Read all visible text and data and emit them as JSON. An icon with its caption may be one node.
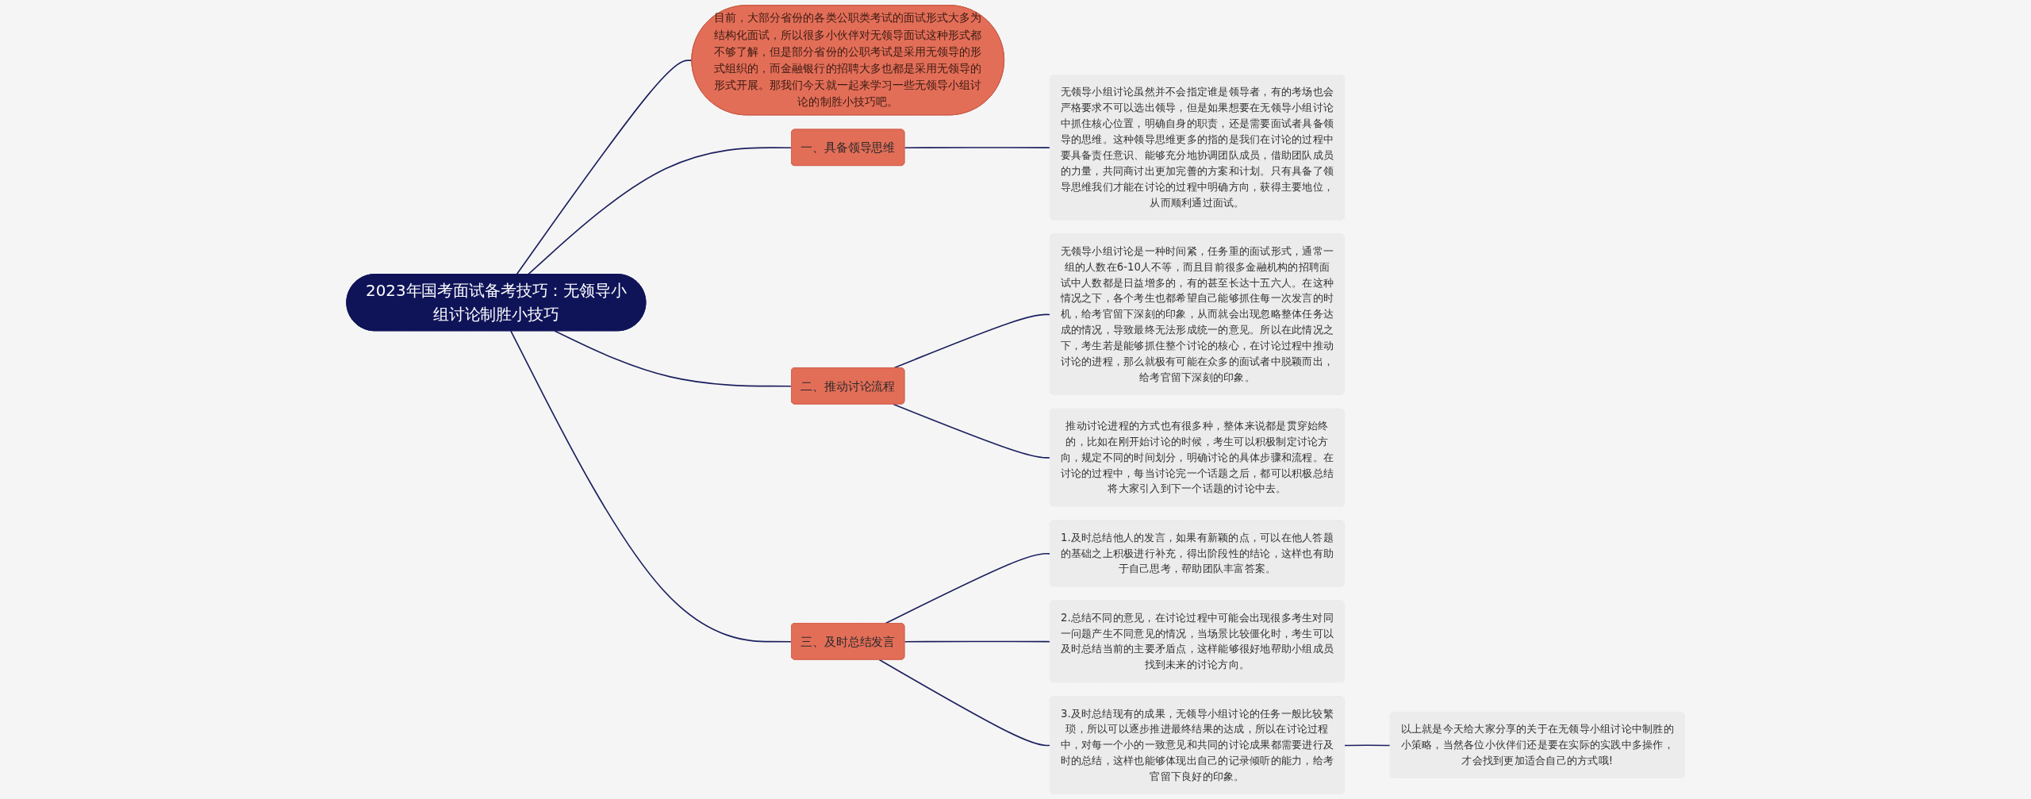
{
  "diagram": {
    "nodes": [
      {
        "text": [
          "2023年国考面试备考技巧：无领导小组讨论制胜小技巧"
        ]
      },
      {
        "text": [
          "目前，大部分省份的各类公职类考试的面试形式大多为结构化面试，所以很多小伙伴对无领导面试这种形式都不够了解，但是部分省份的公职考试是采用无领导的形式组织的，而金融银行的招聘大多也都是采用无领导的形式开展。那我们今天就一起来学习一些无领导小组讨论的制胜小技巧吧。"
        ]
      },
      {
        "text": [
          "一、具备领导思维"
        ]
      },
      {
        "text": [
          "无领导小组讨论虽然并不会指定谁是领导者，有的考场也会严格要求不可以选出领导，但是如果想要在无领导小组讨论中抓住核心位置，明确自身的职责，还是需要面试者具备领导的思维。这种领导思维更多的指的是我们在讨论的过程中要具备责任意识、能够充分地协调团队成员，借助团队成员的力量，共同商讨出更加完善的方案和计划。只有具备了领导思维我们才能在讨论的过程中明确方向，获得主要地位，从而顺利通过面试。"
        ]
      },
      {
        "text": [
          "二、推动讨论流程"
        ]
      },
      {
        "text": [
          "无领导小组讨论是一种时间紧，任务重的面试形式，通常一组的人数在6-10人不等，而且目前很多金融机构的招聘面试中人数都是日益增多的，有的甚至长达十五六人。在这种情况之下，各个考生也都希望自己能够抓住每一次发言的时机，给考官留下深刻的印象，从而就会出现忽略整体任务达成的情况，导致最终无法形成统一的意见。所以在此情况之下，考生若是能够抓住整个讨论的核心，在讨论过程中推动讨论的进程，那么就极有可能在众多的面试者中脱颖而出，给考官留下深刻的印象。"
        ]
      },
      {
        "text": [
          "推动讨论进程的方式也有很多种，整体来说都是贯穿始终的，比如在刚开始讨论的时候，考生可以积极制定讨论方向，规定不同的时间划分，明确讨论的具体步骤和流程。在讨论的过程中，每当讨论完一个话题之后，都可以积极总结将大家引入到下一个话题的讨论中去。"
        ]
      },
      {
        "text": [
          "三、及时总结发言"
        ]
      },
      {
        "text": [
          "1.及时总结他人的发言，如果有新颖的点，可以在他人答题的基础之上积极进行补充，得出阶段性的结论，这样也有助于自己思考，帮助团队丰富答案。"
        ]
      },
      {
        "text": [
          "2.总结不同的意见，在讨论过程中可能会出现很多考生对同一问题产生不同意见的情况，当场景比较僵化时，考生可以及时总结当前的主要矛盾点，这样能够很好地帮助小组成员找到未来的讨论方向。"
        ]
      },
      {
        "text": [
          "3.及时总结现有的成果，无领导小组讨论的任务一般比较繁琐，所以可以逐步推进最终结果的达成，所以在讨论过程中，对每一个小的一致意见和共同的讨论成果都需要进行及时的总结，这样也能够体现出自己的记录倾听的能力，给考官留下良好的印象。"
        ]
      },
      {
        "text": [
          "以上就是今天给大家分享的关于在无领导小组讨论中制胜的小策略，当然各位小伙伴们还是要在实际的实践中多操作，才会找到更加适合自己的方式哦!"
        ]
      }
    ],
    "edges": [
      {
        "from": 0,
        "to": 1,
        "arrow": "none"
      },
      {
        "from": 0,
        "to": 2,
        "arrow": "none"
      },
      {
        "from": 2,
        "to": 3,
        "arrow": "none"
      },
      {
        "from": 0,
        "to": 4,
        "arrow": "none"
      },
      {
        "from": 4,
        "to": 5,
        "arrow": "none"
      },
      {
        "from": 4,
        "to": 6,
        "arrow": "none"
      },
      {
        "from": 0,
        "to": 7,
        "arrow": "none"
      },
      {
        "from": 7,
        "to": 8,
        "arrow": "none"
      },
      {
        "from": 7,
        "to": 9,
        "arrow": "none"
      },
      {
        "from": 7,
        "to": 10,
        "arrow": "none"
      },
      {
        "from": 10,
        "to": 11,
        "arrow": "none"
      }
    ]
  }
}
